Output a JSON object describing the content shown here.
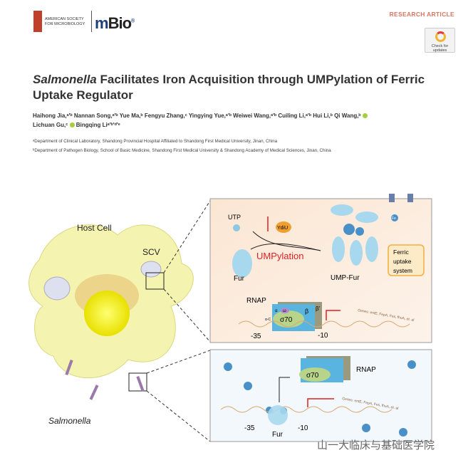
{
  "header": {
    "society": "AMERICAN SOCIETY FOR MICROBIOLOGY",
    "journal_m": "m",
    "journal_bio": "Bio",
    "registered": "®",
    "article_type": "RESEARCH ARTICLE",
    "check_updates": "Check for updates"
  },
  "title": {
    "italic": "Salmonella",
    "rest": " Facilitates Iron Acquisition through UMPylation of Ferric Uptake Regulator"
  },
  "authors": "Haihong Jia,ᵃ'ᵇ Nannan Song,ᵃ'ᵇ Yue Ma,ᵇ Fengyu Zhang,ᶜ Yingying Yue,ᵃ'ᵇ Weiwei Wang,ᵃ'ᵇ Cuiling Li,ᵃ'ᵇ Hui Li,ᵇ Qi Wang,ᵇ",
  "authors_line2a": "Lichuan Gu,ᶜ",
  "authors_line2b": "Bingqing Liᵃ'ᵇ'ᵈ'ᵉ",
  "affiliations": [
    "ᵃDepartment of Clinical Laboratory, Shandong Provincial Hospital Affiliated to Shandong First Medical University, Jinan, China",
    "ᵇDepartment of Pathogen Biology, School of Basic Medicine, Shandong First Medical University & Shandong Academy of Medical Sciences, Jinan, China"
  ],
  "figure": {
    "host_cell": "Host Cell",
    "scv": "SCV",
    "salmonella": "Salmonella",
    "utp": "UTP",
    "ydiu": "YdiU",
    "umpylation": "UMPylation",
    "fur": "Fur",
    "ump_fur": "UMP-Fur",
    "ferric_uptake": [
      "Ferric",
      "uptake",
      "system"
    ],
    "rnap": "RNAP",
    "alpha": "α",
    "omega": "ω",
    "beta": "β",
    "beta_prime": "β'",
    "sigma": "σ70",
    "alpha_c": "α-C",
    "genes": "Genes: entE, FepA, Fes, fhuA, et. al",
    "minus35": "-35",
    "minus10": "-10",
    "fe": "Fe"
  },
  "watermark": "山一大临床与基础医学院"
}
